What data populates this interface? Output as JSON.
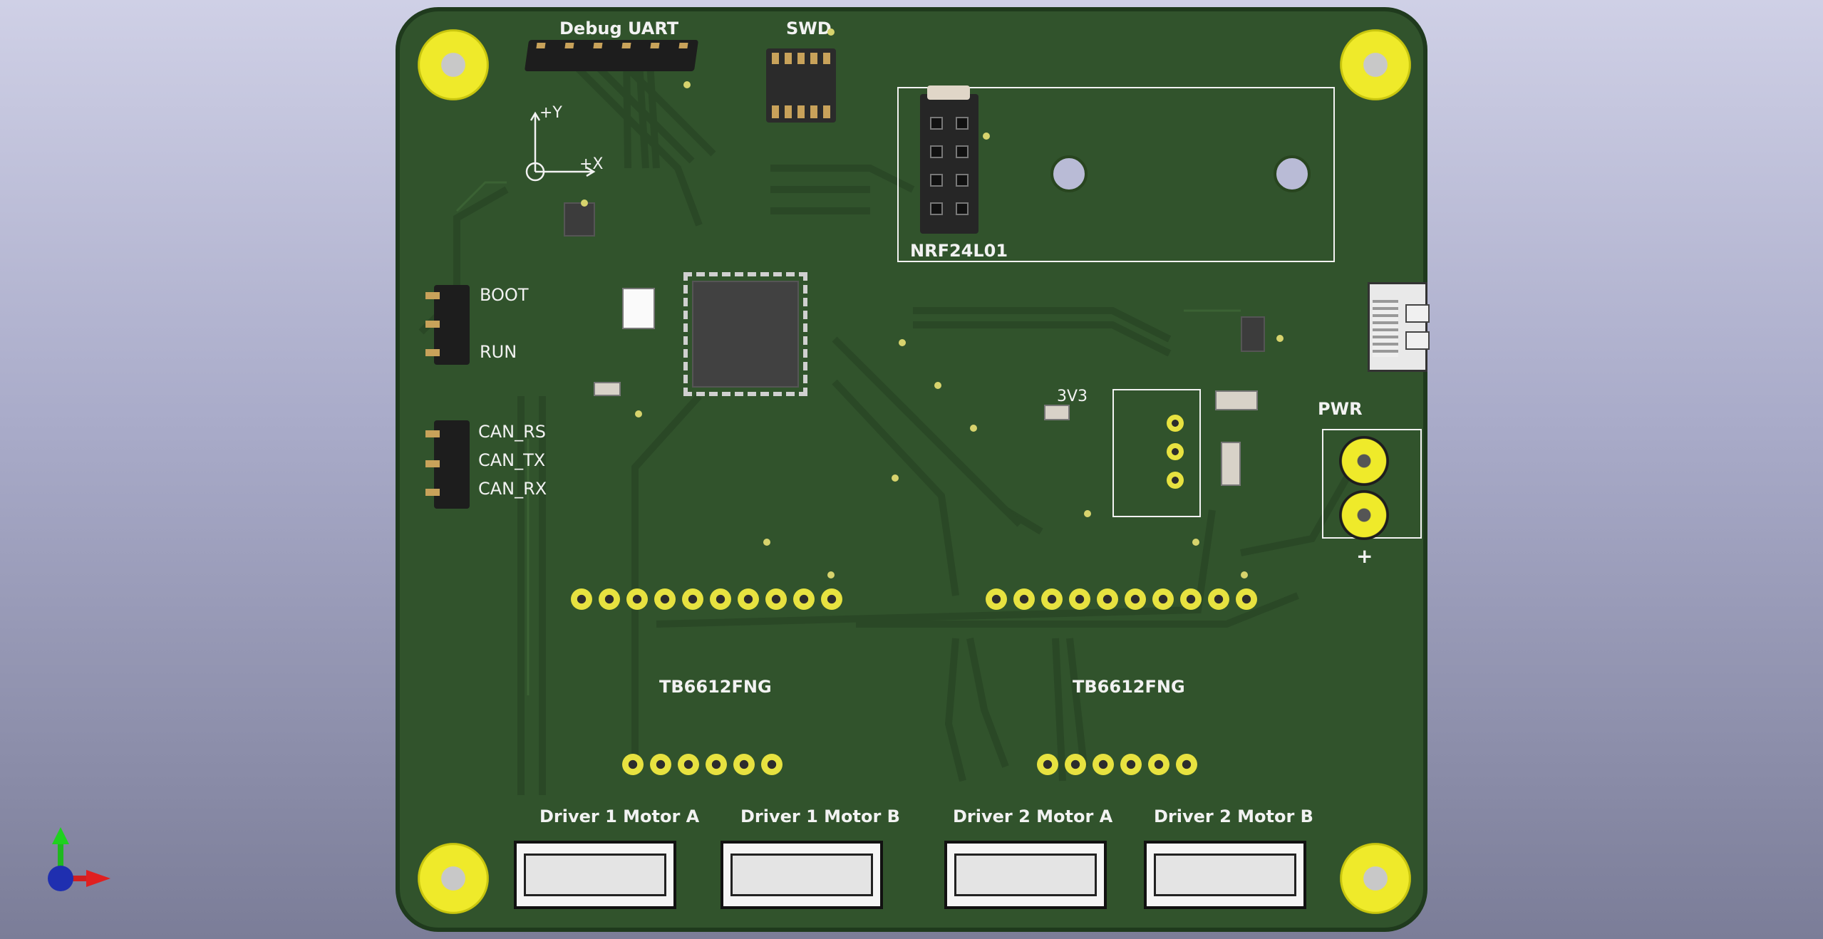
{
  "board": {
    "title": "RTIC v2",
    "labels": {
      "debug_uart": "Debug UART",
      "swd": "SWD",
      "nrf": "NRF24L01",
      "boot": "BOOT",
      "run": "RUN",
      "can_rs": "CAN_RS",
      "can_tx": "CAN_TX",
      "can_rx": "CAN_RX",
      "reg": "3V3",
      "pwr": "PWR",
      "plus": "+",
      "driver_left": "TB6612FNG",
      "driver_right": "TB6612FNG",
      "d1a": "Driver 1 Motor A",
      "d1b": "Driver 1 Motor B",
      "d2a": "Driver 2 Motor A",
      "d2b": "Driver 2 Motor B",
      "axis_y": "+Y",
      "axis_x": "+X"
    },
    "colors": {
      "soldermask": "#31532c",
      "silkscreen": "#f2f2f2",
      "copper_pad": "#e7e240",
      "background_top": "#cfd0e6",
      "background_bottom": "#7b7d98"
    }
  },
  "view_axes": {
    "icons": [
      "axis-z-green-arrow",
      "axis-x-red-arrow",
      "axis-origin-blue-sphere"
    ]
  }
}
